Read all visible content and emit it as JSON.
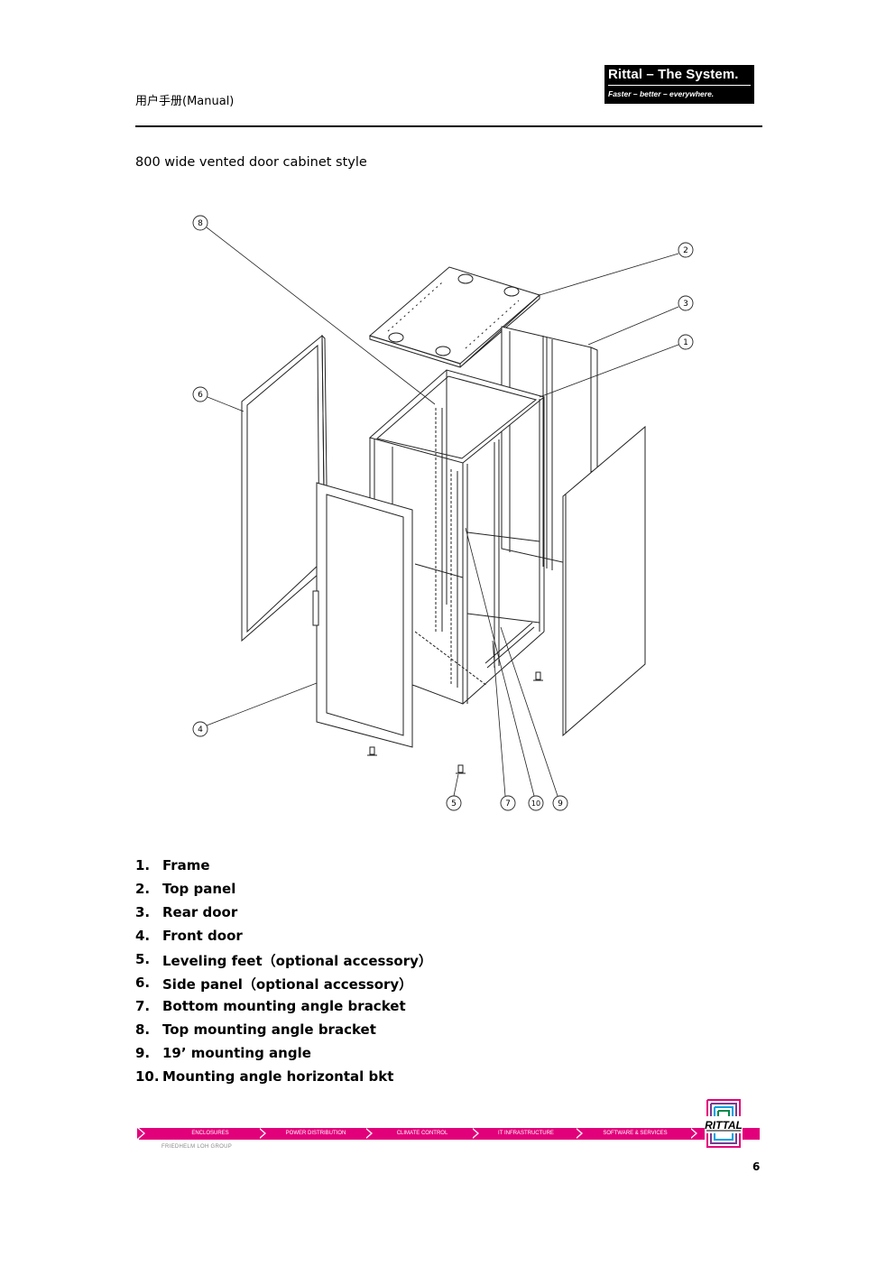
{
  "header": {
    "title": "用户手册(Manual)",
    "logo_line1": "Rittal – The System.",
    "logo_line2": "Faster – better – everywhere."
  },
  "section_title": "800 wide vented door cabinet style",
  "diagram": {
    "callouts": [
      "1",
      "2",
      "3",
      "4",
      "5",
      "6",
      "7",
      "8",
      "9",
      "10"
    ]
  },
  "parts": [
    {
      "num": "1.",
      "label": "Frame"
    },
    {
      "num": "2.",
      "label": "Top panel"
    },
    {
      "num": "3.",
      "label": "Rear door"
    },
    {
      "num": "4.",
      "label": "Front door"
    },
    {
      "num": "5.",
      "label": "Leveling feet（optional accessory）"
    },
    {
      "num": "6.",
      "label": "Side panel（optional accessory）"
    },
    {
      "num": "7.",
      "label": "Bottom mounting angle bracket"
    },
    {
      "num": "8.",
      "label": "Top mounting angle bracket"
    },
    {
      "num": "9.",
      "label": "19’ mounting angle"
    },
    {
      "num": "10.",
      "label": "Mounting angle horizontal bkt"
    }
  ],
  "footer": {
    "segments": [
      "ENCLOSURES",
      "POWER DISTRIBUTION",
      "CLIMATE CONTROL",
      "IT INFRASTRUCTURE",
      "SOFTWARE & SERVICES"
    ],
    "group": "FRIEDHELM LOH GROUP",
    "brand": "RITTAL",
    "accent_color": "#e2007a",
    "page_number": "6"
  }
}
